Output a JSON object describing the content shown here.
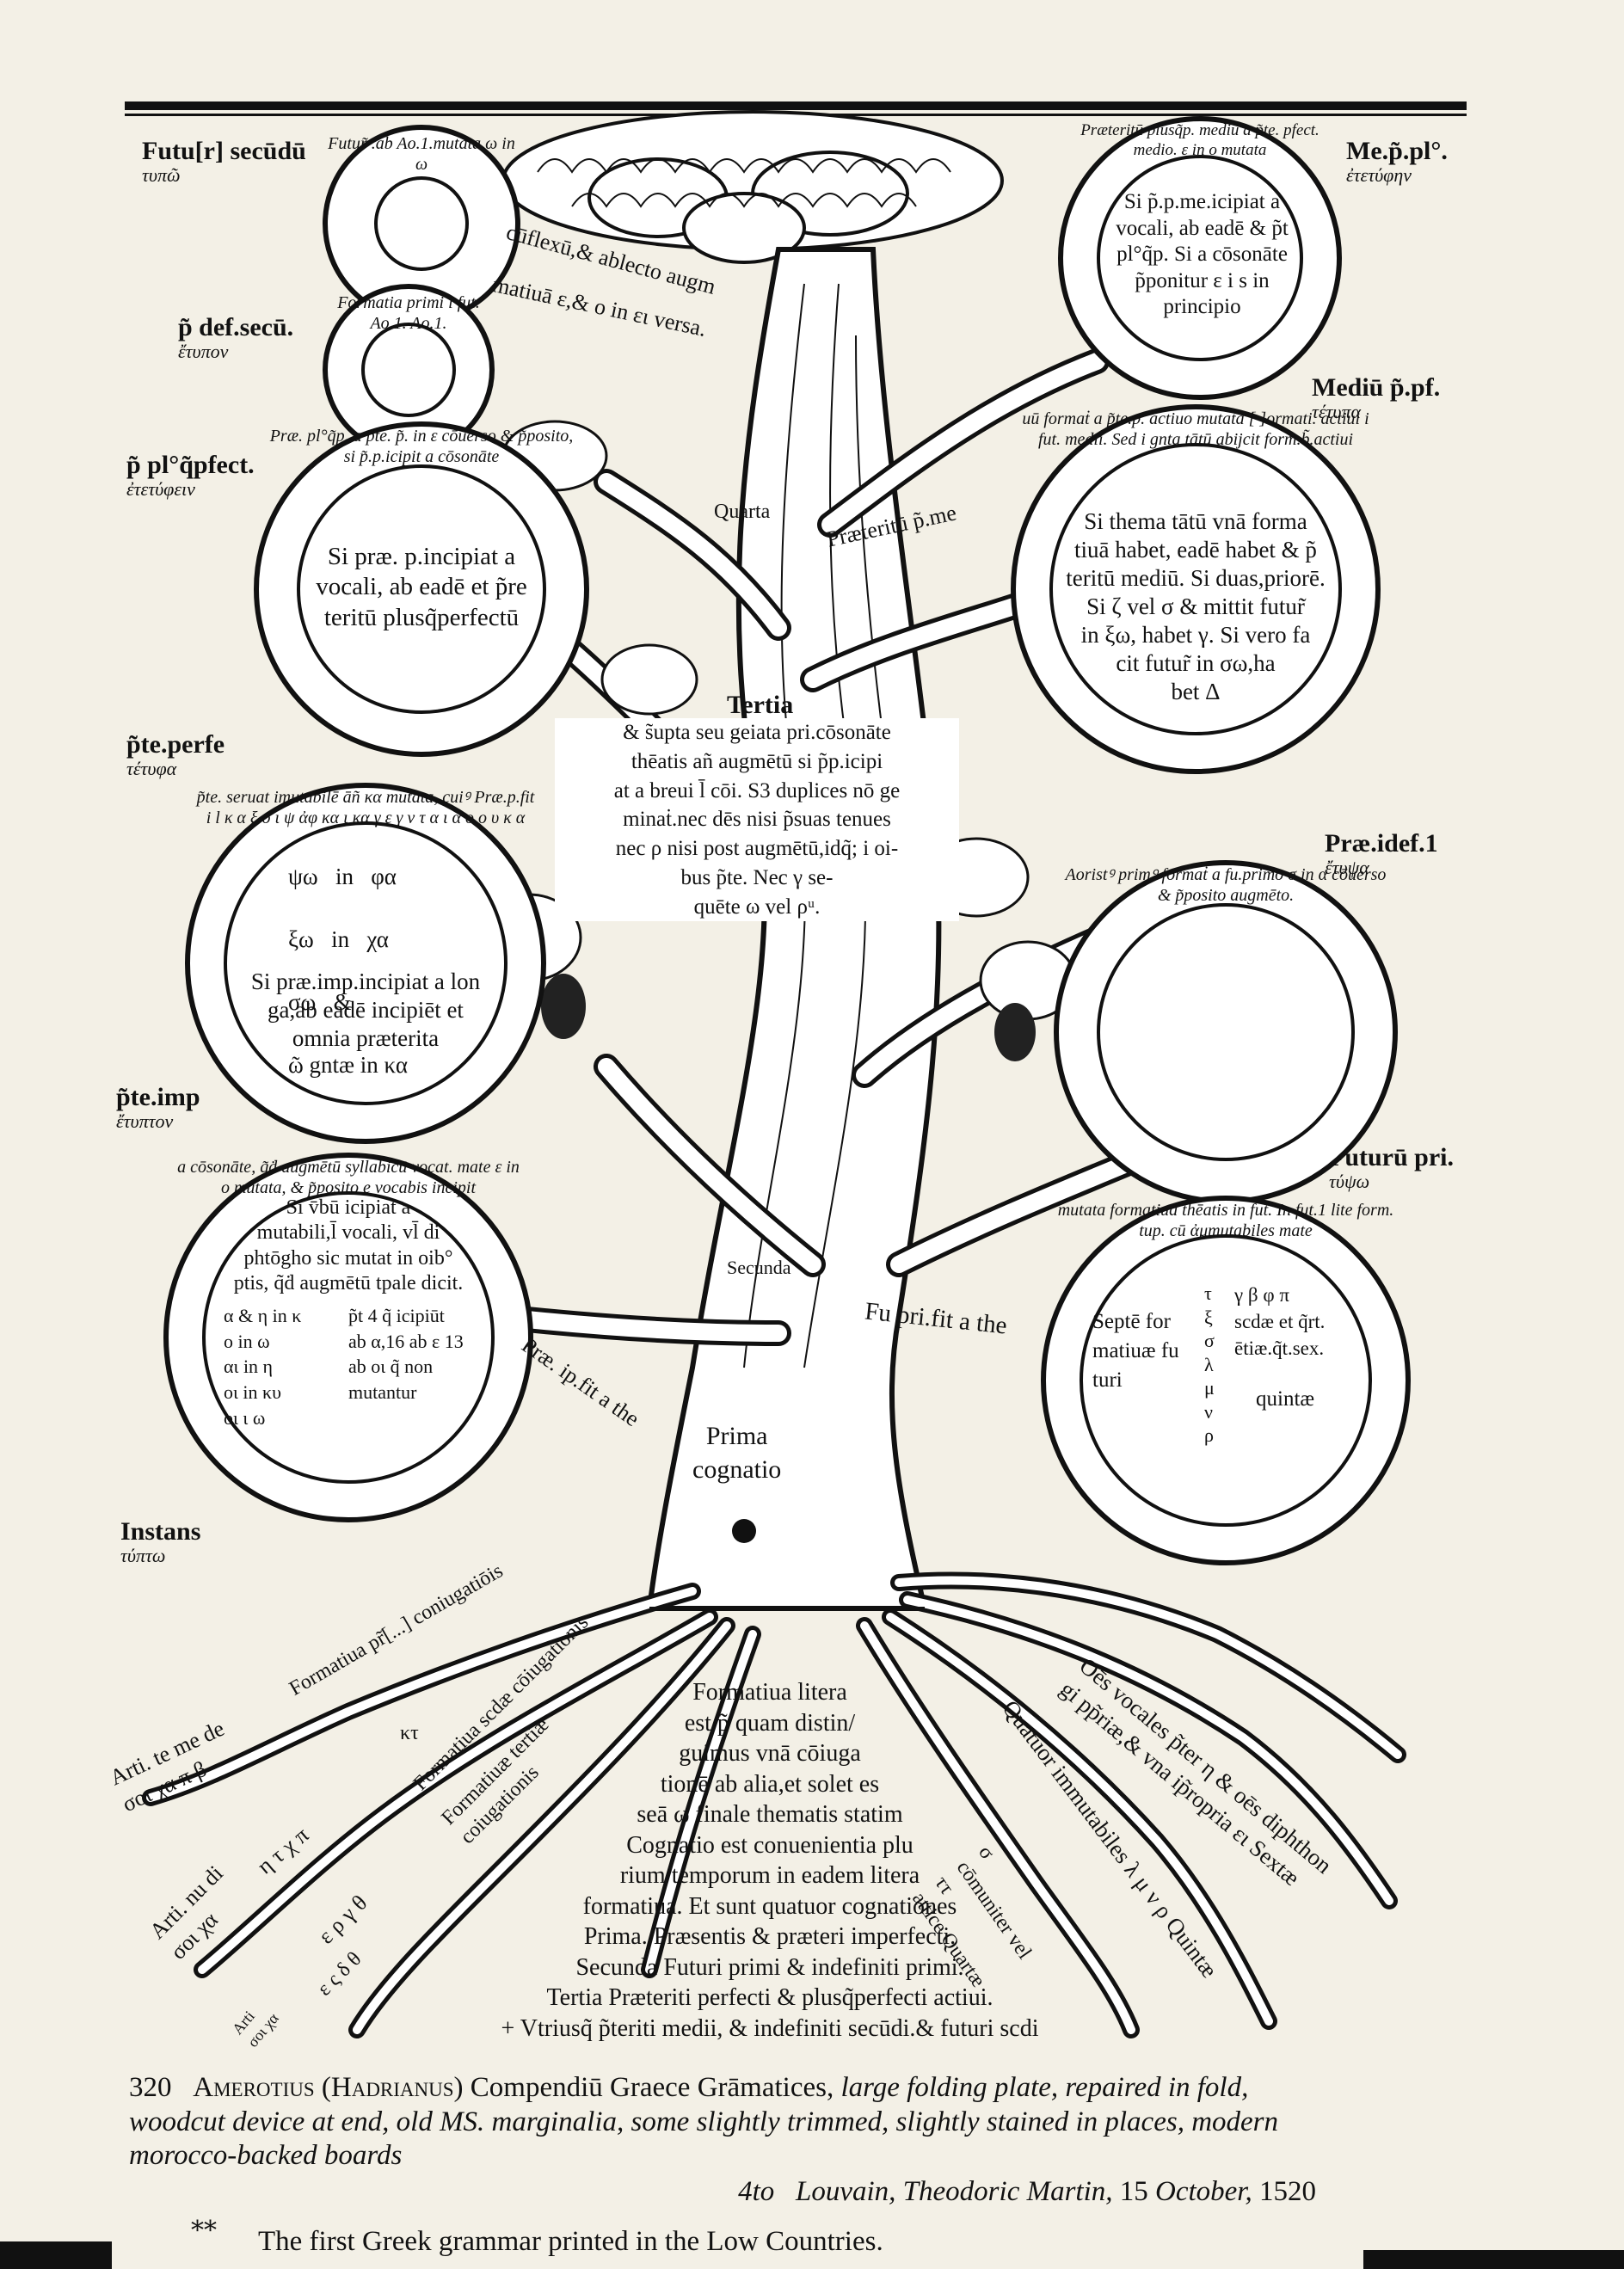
{
  "tense_labels": [
    {
      "name": "Futu[r] secūdū",
      "greek": "τυπῶ"
    },
    {
      "name": "Me.p̃.pl°.",
      "greek": "ἐτετύφην"
    },
    {
      "name": "p̃ def.secū.",
      "greek": "ἔτυπον"
    },
    {
      "name": "Mediū p̃.pf.",
      "greek": "τέτυπα"
    },
    {
      "name": "p̃ pl°q̃pfect.",
      "greek": "ἐτετύφειν"
    },
    {
      "name": "p̃te.perfe",
      "greek": "τέτυφα"
    },
    {
      "name": "Præ.idef.1",
      "greek": "ἔτυψα"
    },
    {
      "name": "p̃te.imp",
      "greek": "ἔτυπτον"
    },
    {
      "name": "Futurū pri.",
      "greek": "τύψω"
    },
    {
      "name": "Instans",
      "greek": "τύπτω"
    }
  ],
  "circles": {
    "c1_ring": "Futur̃ .ab Ao.1.mutata ω in ω",
    "c2_ring": "Formatia primi i fut. Ao.1. Ao.1.",
    "c3_ring": "Præteritū plusq̃p. mediū a p̃te. pfect. medio. ε in ο mutata",
    "c3_text": "Si p̃.p.me.icipiat a\nvocali, ab eadē & p̃t\npl°q̃p. Si a cōsonāte\np̃ponitur ε i s in\nprincipio",
    "c4_ring": "Præ. pl°q̃p. a p̃te. p̃. in ε cōuerso & p̃posito, si p̃.p.icipit a cōsonāte",
    "c4_text": "Si præ. p.incipiat a\nvocali, ab eadē et p̃re\nteritū plusq̃perfectū",
    "c5_ring": "uū formaṫ a p̃te.p. actiuo mutata [ ]ormati. actiui i fut. medii. Sed i gnta tātū abijcit form.b̃.actiui",
    "c5_text": "Si thema tātū vnā forma\ntiuā habet, eadē habet & p̃\nteritū mediū. Si duas,priorē.\nSi ζ vel σ & mittit futur̃\nin ξω, habet γ. Si vero fa\ncit futur̃ in σω,ha\nbet Δ",
    "c6_ring": "p̃te. seruat imutabilē āñ κα mutata, cuiꝰ Præ.p.fit i l κ α ξ ο ι ψ ἀφ κα ι κα γ ε γ ν τ α ι α ο ο υ κ α",
    "c6_rows": [
      [
        "ψω",
        "in",
        "φα"
      ],
      [
        "ξω",
        "in",
        "χα"
      ],
      [
        "σω",
        "&",
        ""
      ],
      [
        "ῶ gntæ in κα",
        "",
        ""
      ]
    ],
    "c6_text": "Si præ.imp.incipiat a lon\nga,ab eadē incipiēt et\nomnia præterita",
    "c7_ring": "Aoristꝰ primꝰ formaṫ a fu.primo σ in α cōuerso & p̃posito augmēto.",
    "c8_ring": "a cōsonāte, q̃ḋ augmētū syllabicū vocat. mate ε in ο mutata, & p̃posito e vocabis incipit",
    "c8_text": "Si v̄bū icipiat a\nmutabili,l̄ vocali, vl̄ di\nphtōgho sic mutat in oib°\nptis, q̃ḋ augmētū tpale dicit.",
    "c8_left": "α & η in κ\nο in ω\nαι in η\nοι in κυ\nοι ι ω",
    "c8_right": "p̃t 4 q̃ icipiūt\nab α,16 ab ε 13\nab οι q̃ non\nmutantur",
    "c9_ring": "mutata formatiua thēatis in fut. In fut.1 lite form. tup. cū ἀμmutabiles mate",
    "c9_left": "Septē for\nmatiuæ fu\nturi",
    "c9_greek": "τ\nξ\nσ\nλ\nμ\nν\nρ",
    "c9_right": "γ β φ π\nscdæ et q̃rt.\nētiæ.q̃t.sex.",
    "c9_quint": "quintæ"
  },
  "branch_labels": {
    "cisflexu": "cūflexū,& ablecto augm",
    "matiua": "matiuā ε,& ο in ει versa.",
    "quarta": "Quarta",
    "preterit_me": "Præteritū p̃.me",
    "tertia": "Tertia",
    "tertia_text": "& s̃upta seu geiata pri.cōsonāte\nthēatis añ augmētū si p̃p.icipi\nat a breui l̄ cōi. S3 duplices nō ge\nminaṫ.nec dēs nisi p̃suas tenues\nnec ρ nisi post augmētū,idq̃; i oi-\nbus p̃te. Nec γ se-\nquēte ω vel ρᵘ.",
    "secunda": "Secunda",
    "fupri": "Fu pri.fit a the",
    "prae": "Præ. ip.fit a the",
    "prima": "Prima\ncognatio"
  },
  "roots": {
    "form_prior": "Formatiua pr̃[...] coniugatiōis",
    "form_sec": "Formatiua scdæ cōiugationis",
    "form_tert": "Formatiuæ tertiæ\ncoiugationis",
    "arti_te_me": "Arti. te me de\nσοι χα π β",
    "greek_row": "κτ",
    "arti_nu": "Arti. nu di\nσοι χα",
    "letters1": "η τ χ π",
    "letters2": "ε ρ γ θ",
    "arti3": "Arti\nσοι χα",
    "greek2": "ε ς δ θ",
    "oes": "Oēs vocales p̃ter η & oēs diphthon\ngi pp̃riæ,& vna ip̃ropria ει Sextæ",
    "quatuor": "Quatuor immutabiles λ μ ν ρ Quintæ",
    "sigma": "σ\ncōmuniter vel\nττ\nattice Quartæ",
    "central": "Formatiua litera\nest p̃ quam distin/\nguimus vnā cōiuga\ntionē ab alia,et solet es\nseā ω finale thematis statim\nCognatio est conuenientia plu\nrium temporum in eadem litera\nformatiua. Et sunt quatuor cognationes\nPrima.    Præsentis & præteri imperfecti.\nSecunda  Futuri primi & indefiniti primi.\nTertia   Præteriti perfecti & plusq̃perfecti actiui.\n+ Vtriusq̃ p̃teriti medii, & indefiniti secūdi.& futuri scdi"
  },
  "caption": {
    "number": "320",
    "author": "Amerotius (Hadrianus)",
    "title": "Compendiū Graece Grāmatices,",
    "desc": "large folding plate, repaired in fold, woodcut device at end, old MS. marginalia, some slightly trimmed, slightly stained in places, modern morocco-backed boards",
    "format": "4to",
    "imprint": "Louvain, Theodoric Martin,",
    "day": "15",
    "month": "October,",
    "year": "1520",
    "stars": "**",
    "note": "The first Greek grammar printed in the Low Countries."
  }
}
